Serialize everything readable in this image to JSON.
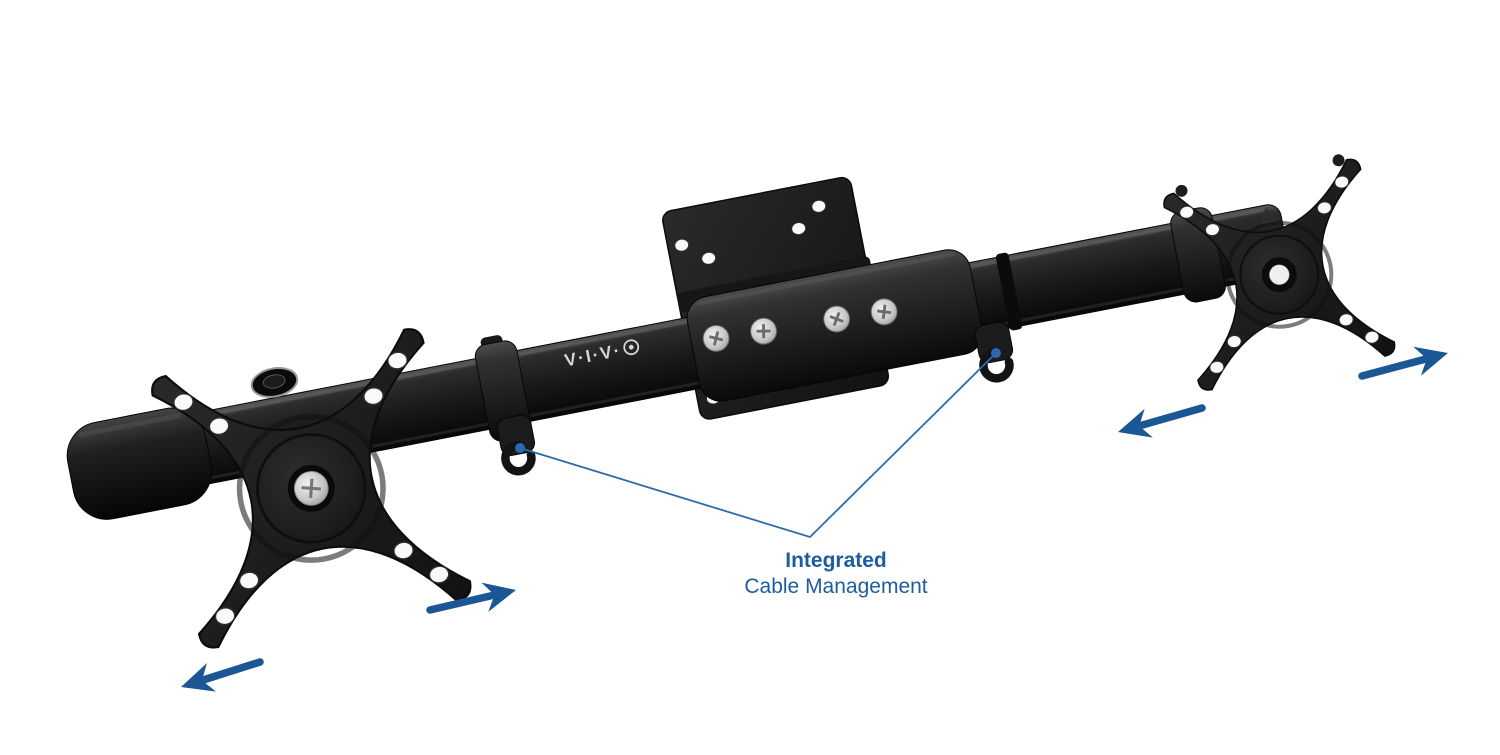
{
  "scene": {
    "type": "annotated-product-photo",
    "background": "#ffffff"
  },
  "brand": {
    "logo_text": "V·I·V·",
    "logo_emblem": "bullseye-o-icon",
    "logo_color": "#d6d6d6"
  },
  "callout": {
    "title": "Integrated",
    "subtitle": "Cable Management",
    "text_color": "#1d5c9e",
    "line_color": "#2e6ba8",
    "dot_color": "#2a69ae",
    "points_to": [
      "cable-clip-left",
      "cable-clip-right"
    ]
  },
  "arrows": {
    "color": "#1b5794",
    "items": [
      {
        "name": "left-plate-outward-arrow",
        "direction": "down-left"
      },
      {
        "name": "left-plate-inward-arrow",
        "direction": "up-right"
      },
      {
        "name": "right-plate-inward-arrow",
        "direction": "down-left"
      },
      {
        "name": "right-plate-outward-arrow",
        "direction": "up-right"
      }
    ]
  },
  "product": {
    "finish_color": "#1b1b1d",
    "screw_color": "#c9c9c9",
    "plate_hole_color": "#fafafa"
  }
}
